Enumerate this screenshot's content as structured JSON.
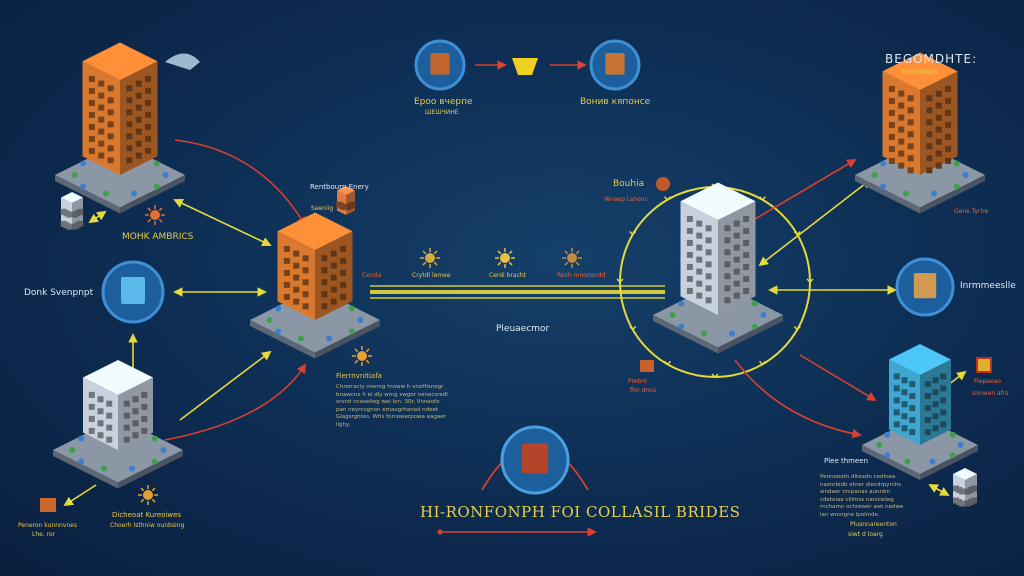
{
  "colors": {
    "background": "#0e2f55",
    "yellow_link": "#e6d93a",
    "red_link": "#d9402e",
    "orange_building": "#d9782f",
    "cyan_building": "#3fa6cf",
    "white_building": "#c8d2de"
  },
  "header": {
    "top_icons": [
      {
        "icon": "orange-crate-icon",
        "label": "Ероо вчерпе",
        "sublabel": "ШЕШЧИНЕ"
      },
      {
        "icon": "yellow-gem-icon"
      },
      {
        "icon": "blue-crystal-icon",
        "label": "Вонив кяпонсе"
      }
    ],
    "top_right_title": "BEGOMDHTE:",
    "top_right_subtitle": "EOIMBRANS"
  },
  "labels": {
    "left_building_caption": "MOHK AMBRICS",
    "left_cube": "Donk Svenpnpt",
    "center_top": "Rentbourn Enery",
    "center_top_sub": "Saeniig",
    "circle_top": "Bouhia",
    "circle_top_sub": "Wnaep Lsnonc",
    "bar_labels": [
      "Cenda",
      "Crytdl lemee",
      "Cerdi bracht",
      "Rech mnonecdd"
    ],
    "bar_caption": "Pleuaecmor",
    "center_note_title": "Fierrnvnitiafa",
    "center_note_text": "Chrerraciy menng tnoww h vnoHisnegr bnawcnx h ei dly wmg swgor nenecsredl srvnd cnaoelieg wei lon. 30r. Vnneofe pan neyrcvgnon emavgrhanod ndeet Giagsrghtes. Wrls forcewerpowa eagaer lighy.",
    "left_small_caption": "Peneron kunnnvnes",
    "left_small_sub": "Lhe. ror",
    "bottom_left_caption": "Dicheoat Kureoiwes",
    "bottom_left_sub": "Choerh Isthniw ounbsing",
    "circle_building_side": "Prebnl",
    "circle_building_side_sub": "fhn dmis",
    "right_top_caption": "Gene Tyrire",
    "right_tower": "Inrmmeeslle",
    "right_small": "Fiepaeao",
    "right_small_sub": "snnwen afrs",
    "right_note_title": "Plee thmeen",
    "right_note_text": "Pennoeotn dlteadn cedlnea nasnrbidb ehrer diecdrpyrchs wndaer nrcpanas aunnbn cdeteiae clilmss nanicelwg rnchamn ochrewer awt nedwe lan wnorgne lpolmde.",
    "right_bottom_caption": "Plusnnareenton",
    "right_bottom_sub": "siwt d loarg"
  },
  "footer": {
    "title": "HI-RONFONPH FOI COLLASIL BRIDES"
  }
}
